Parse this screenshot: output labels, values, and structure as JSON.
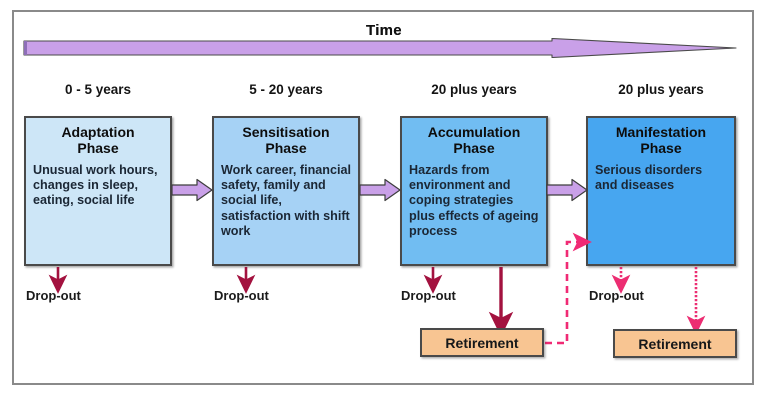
{
  "diagram": {
    "title": "Time",
    "time_axis_label": "Time",
    "frame_border_color": "#8a8a8a",
    "background": "#ffffff"
  },
  "colors": {
    "time_arrow_fill": "#c9a0e8",
    "time_arrow_stroke": "#4a4a4a",
    "connector_fill": "#c9a0e8",
    "connector_stroke": "#3d3d3d",
    "dropout_arrow_solid": "#a3123f",
    "dropout_arrow_dotted": "#ec2d72",
    "feedback_dashed": "#f02a74",
    "retirement_fill": "#f8c592",
    "box_border": "#4a4a4a",
    "phase1_fill": "#cde6f7",
    "phase2_fill": "#a6d2f5",
    "phase3_fill": "#71bdf2",
    "phase4_fill": "#47a6f0"
  },
  "phases": [
    {
      "year_label": "0 - 5 years",
      "title_line1": "Adaptation",
      "title_line2": "Phase",
      "body": "Unusual work hours, changes in sleep, eating, social life",
      "fill": "#cde6f7",
      "dropout_label": "Drop-out",
      "has_retirement": false
    },
    {
      "year_label": "5 - 20 years",
      "title_line1": "Sensitisation",
      "title_line2": "Phase",
      "body": "Work career, financial safety, family and social life, satisfaction with shift work",
      "fill": "#a6d2f5",
      "dropout_label": "Drop-out",
      "has_retirement": false
    },
    {
      "year_label": "20 plus years",
      "title_line1": "Accumulation",
      "title_line2": "Phase",
      "body": "Hazards from environment and coping strategies plus effects of ageing process",
      "fill": "#71bdf2",
      "dropout_label": "Drop-out",
      "has_retirement": true,
      "retirement_label": "Retirement"
    },
    {
      "year_label": "20 plus years",
      "title_line1": "Manifestation",
      "title_line2": "Phase",
      "body": "Serious disorders and diseases",
      "fill": "#47a6f0",
      "dropout_label": "Drop-out",
      "has_retirement": true,
      "retirement_label": "Retirement"
    }
  ],
  "retirement_boxes": [
    {
      "label": "Retirement"
    },
    {
      "label": "Retirement"
    }
  ],
  "feedback": {
    "description": "dashed arrow from Retirement back to Manifestation Phase",
    "style": "dashed"
  }
}
